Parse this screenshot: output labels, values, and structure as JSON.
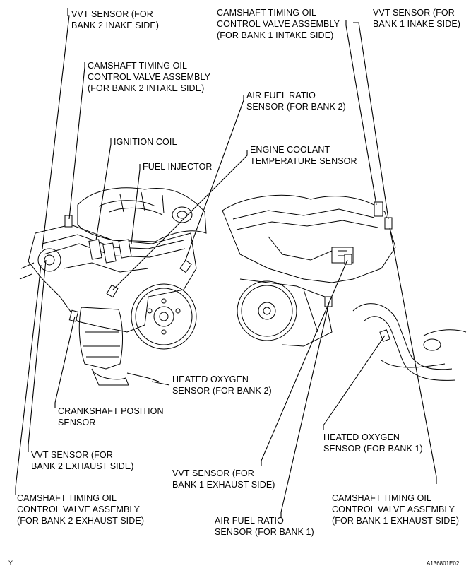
{
  "labels": {
    "vvt_b2_intake": "VVT SENSOR (FOR\nBANK 2 INAKE SIDE)",
    "ocv_b2_intake": "CAMSHAFT TIMING OIL\nCONTROL VALVE ASSEMBLY\n(FOR BANK 2 INTAKE SIDE)",
    "ignition_coil": "IGNITION COIL",
    "fuel_injector": "FUEL INJECTOR",
    "ocv_b1_intake": "CAMSHAFT TIMING OIL\nCONTROL VALVE ASSEMBLY\n(FOR BANK 1 INTAKE SIDE)",
    "vvt_b1_intake": "VVT SENSOR (FOR\nBANK 1 INAKE SIDE)",
    "af_b2": "AIR FUEL RATIO\nSENSOR (FOR BANK 2)",
    "ect": "ENGINE COOLANT\nTEMPERATURE SENSOR",
    "ho2_b2": "HEATED OXYGEN\nSENSOR (FOR BANK 2)",
    "ckp": "CRANKSHAFT POSITION\nSENSOR",
    "ho2_b1": "HEATED OXYGEN\nSENSOR (FOR BANK 1)",
    "vvt_b2_exhaust": "VVT SENSOR (FOR\nBANK 2 EXHAUST SIDE)",
    "vvt_b1_exhaust": "VVT SENSOR (FOR\nBANK 1 EXHAUST SIDE)",
    "ocv_b2_exhaust": "CAMSHAFT TIMING OIL\nCONTROL VALVE ASSEMBLY\n(FOR BANK 2 EXHAUST SIDE)",
    "af_b1": "AIR FUEL RATIO\nSENSOR (FOR BANK 1)",
    "ocv_b1_exhaust": "CAMSHAFT TIMING OIL\nCONTROL VALVE ASSEMBLY\n(FOR BANK 1 EXHAUST SIDE)"
  },
  "corner_left": "Y",
  "corner_right": "A136801E02",
  "icons": {
    "left_engine": "engine-front-view-drawing",
    "right_engine": "engine-rear-view-drawing"
  }
}
